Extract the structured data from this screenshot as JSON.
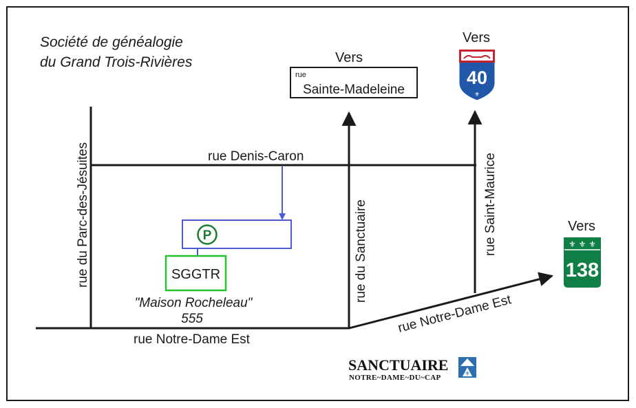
{
  "title": {
    "line1": "Société de généalogie",
    "line2": "du Grand Trois-Rivières"
  },
  "streets": {
    "denis_caron": "rue Denis-Caron",
    "parc_des_jesuites": "rue du Parc-des-Jésuites",
    "sanctuaire": "rue du Sanctuaire",
    "saint_maurice": "rue Saint-Maurice",
    "notre_dame_est_west": "rue Notre-Dame Est",
    "notre_dame_est_east": "rue Notre-Dame Est"
  },
  "directions": {
    "sainte_madeleine": {
      "vers": "Vers",
      "prefix": "rue",
      "name": "Sainte-Madeleine"
    },
    "autoroute_40": {
      "vers": "Vers",
      "number": "40"
    },
    "route_138": {
      "vers": "Vers",
      "number": "138"
    }
  },
  "parking": {
    "symbol": "P"
  },
  "building": {
    "label": "SGGTR",
    "name": "\"Maison Rocheleau\"",
    "number": "555"
  },
  "sanctuaire_logo": {
    "line1": "SANCTUAIRE",
    "line2": "NOTRE~DAME~DU~CAP"
  },
  "colors": {
    "road": "#1a1a1a",
    "parking_outline": "#4a5ad8",
    "building_outline": "#22c32a",
    "parking_symbol": "#1e7a2e",
    "shield_40_blue": "#2057a8",
    "shield_40_red": "#c8222e",
    "shield_138_green": "#0f7f46",
    "logo_blue": "#2d6fb0"
  },
  "icons": {
    "parking": "parking-icon",
    "autoroute": "autoroute-40-shield-icon",
    "route": "route-138-shield-icon",
    "logo": "sanctuaire-logo-icon"
  }
}
